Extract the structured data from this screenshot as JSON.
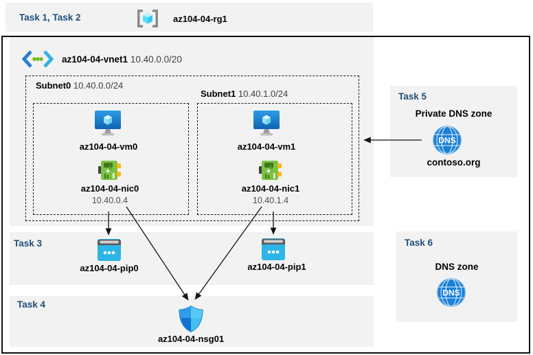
{
  "colors": {
    "task_label_blue": "#1f4e79",
    "band_gray": "#f2f2f2",
    "frame_border": "#0d0d0d",
    "arrow": "#111111",
    "dns_blue": "#1b80d7",
    "nic_green": "#7bc142",
    "pip_cyan": "#2cb5e8",
    "vm_blue": "#1580d6"
  },
  "top": {
    "tasks_label": "Task 1, Task 2",
    "resource_group": "az104-04-rg1"
  },
  "vnet": {
    "name": "az104-04-vnet1",
    "cidr": "10.40.0.0/20"
  },
  "subnet0": {
    "name": "Subnet0",
    "cidr": "10.40.0.0/24",
    "vm": "az104-04-vm0",
    "nic": "az104-04-nic0",
    "ip": "10.40.0.4"
  },
  "subnet1": {
    "name": "Subnet1",
    "cidr": "10.40.1.0/24",
    "vm": "az104-04-vm1",
    "nic": "az104-04-nic1",
    "ip": "10.40.1.4"
  },
  "task3": {
    "label": "Task 3",
    "pip0": "az104-04-pip0",
    "pip1": "az104-04-pip1"
  },
  "task4": {
    "label": "Task 4",
    "nsg": "az104-04-nsg01"
  },
  "task5": {
    "label": "Task 5",
    "title": "Private DNS zone",
    "zone": "contoso.org",
    "dns_icon_text": "DNS"
  },
  "task6": {
    "label": "Task 6",
    "title": "DNS zone",
    "dns_icon_text": "DNS"
  }
}
